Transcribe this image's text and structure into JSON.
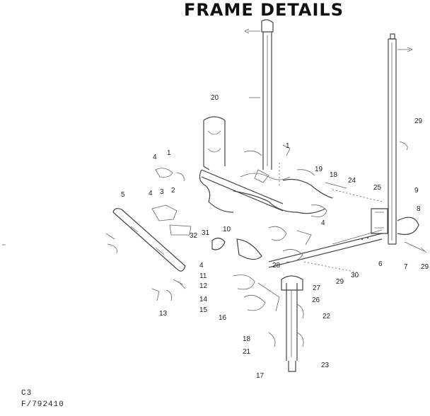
{
  "title": "FRAME DETAILS",
  "footer": {
    "line1": "C3",
    "line2": "F/792410"
  },
  "callouts": {
    "c20": "20",
    "c1a": "1",
    "c4a": "4",
    "c1b": "1",
    "c19": "19",
    "c18a": "18",
    "c24": "24",
    "c25": "25",
    "c29a": "29",
    "c9": "9",
    "c8": "8",
    "c5": "5",
    "c4b": "4",
    "c3": "3",
    "c2": "2",
    "c32": "32",
    "c31": "31",
    "c10": "10",
    "c4c": "4",
    "c4d": "4",
    "c11": "11",
    "c12": "12",
    "c14": "14",
    "c15": "15",
    "c13": "13",
    "c16": "16",
    "c28": "28",
    "c29b": "29",
    "c30": "30",
    "c6": "6",
    "c7": "7",
    "c29c": "29",
    "c27": "27",
    "c26": "26",
    "c22": "22",
    "c18b": "18",
    "c21": "21",
    "c17": "17",
    "c23": "23"
  }
}
